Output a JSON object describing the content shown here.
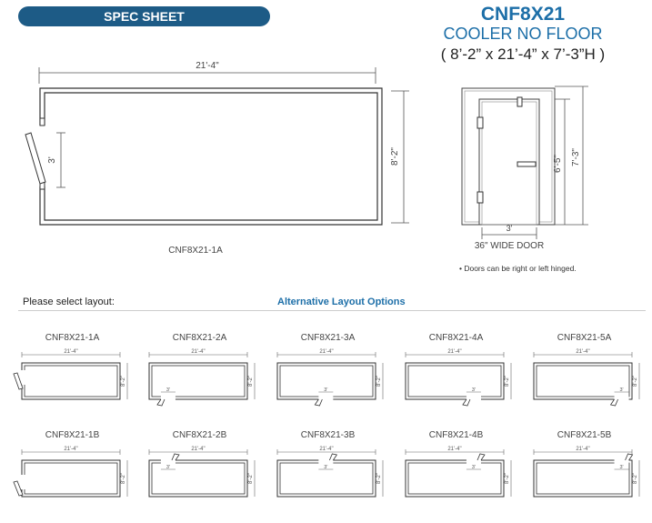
{
  "header": {
    "banner": "SPEC SHEET",
    "model": "CNF8X21",
    "subtitle": "COOLER NO FLOOR",
    "dimensions": "( 8’-2” x 21’-4” x 7’-3”H )"
  },
  "main_plan": {
    "width_label": "21'-4\"",
    "depth_label": "8'-2\"",
    "door_label": "3'",
    "caption": "CNF8X21-1A"
  },
  "door_view": {
    "door_height_label": "6'-5\"",
    "height_label": "7'-3\"",
    "door_width_label": "3'",
    "caption": "36\" WIDE DOOR",
    "note": "Doors can be right or left hinged."
  },
  "layouts": {
    "select_label": "Please select layout:",
    "alt_label": "Alternative Layout Options",
    "width_label": "21'-4\"",
    "depth_label": "8'-2\"",
    "door_label": "3'",
    "options": [
      {
        "code": "CNF8X21-1A",
        "door": "left-top"
      },
      {
        "code": "CNF8X21-2A",
        "door": "bottom-left"
      },
      {
        "code": "CNF8X21-3A",
        "door": "bottom-center"
      },
      {
        "code": "CNF8X21-4A",
        "door": "bottom-center-right"
      },
      {
        "code": "CNF8X21-5A",
        "door": "bottom-right"
      },
      {
        "code": "CNF8X21-1B",
        "door": "left-bottom"
      },
      {
        "code": "CNF8X21-2B",
        "door": "top-left"
      },
      {
        "code": "CNF8X21-3B",
        "door": "top-center"
      },
      {
        "code": "CNF8X21-4B",
        "door": "top-center-right"
      },
      {
        "code": "CNF8X21-5B",
        "door": "top-right"
      }
    ]
  }
}
